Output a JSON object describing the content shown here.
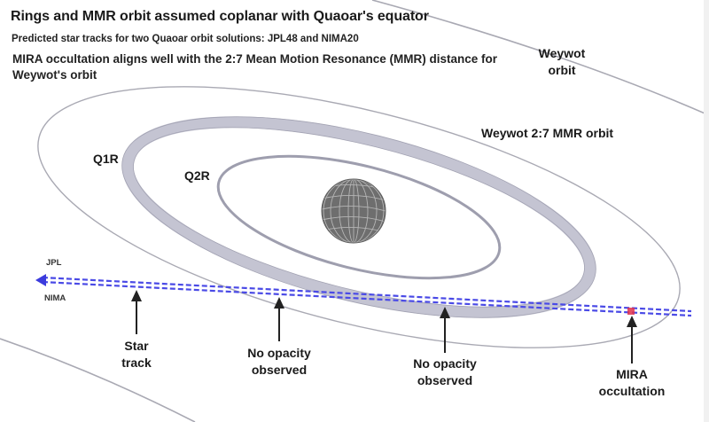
{
  "header": {
    "title": "Rings and MMR orbit assumed coplanar with Quaoar's equator",
    "subtitle": "Predicted star tracks for two Quaoar orbit solutions: JPL48 and NIMA20",
    "note": "MIRA occultation aligns well with the 2:7 Mean Motion Resonance (MMR) distance for Weywot's orbit"
  },
  "labels": {
    "weywot_orbit": "Weywot orbit",
    "weywot_mmr_orbit": "Weywot 2:7 MMR orbit",
    "q1r": "Q1R",
    "q2r": "Q2R",
    "jpl": "JPL",
    "nima": "NIMA"
  },
  "annotations": [
    {
      "id": "star-track",
      "text": "Star track"
    },
    {
      "id": "no-opacity-1",
      "text": "No opacity observed"
    },
    {
      "id": "no-opacity-2",
      "text": "No opacity observed"
    },
    {
      "id": "mira-occultation",
      "text": "MIRA occultation"
    }
  ],
  "colors": {
    "background": "#ffffff",
    "orbit_line": "#a9a9b3",
    "ring_fill": "#c4c4d2",
    "ring_edge": "#9e9eae",
    "planet": "#6e6e6e",
    "planet_grid": "#b5b5b5",
    "track_blue": "#4a4ae6",
    "mira_marker": "#e0304a",
    "arrow": "#222222"
  }
}
